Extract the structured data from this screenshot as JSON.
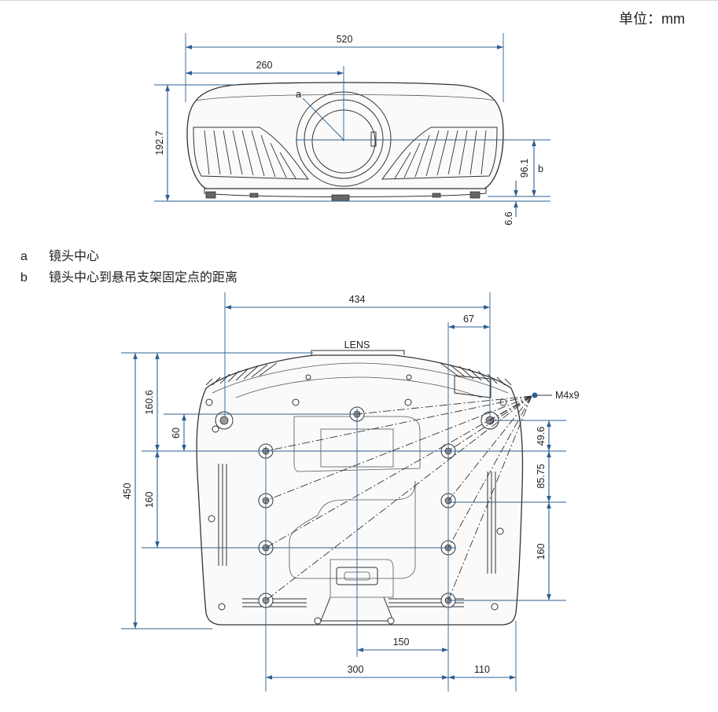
{
  "unit_label": "单位：mm",
  "legend": [
    {
      "key": "a",
      "text": "镜头中心"
    },
    {
      "key": "b",
      "text": "镜头中心到悬吊支架固定点的距离"
    }
  ],
  "front_view": {
    "width_label": "520",
    "half_width_label": "260",
    "height_label": "192.7",
    "lens_center_height_label": "96.1",
    "foot_height_label": "6.6",
    "callout_a": "a",
    "callout_b": "b"
  },
  "bottom_view": {
    "lens_label": "LENS",
    "screw_label": "M4x9",
    "top_span_label": "434",
    "top_right_offset_label": "67",
    "depth_label": "450",
    "lens_hole_offset_label": "160.6",
    "left_small_offset_label": "60",
    "left_mid_offset_label": "160",
    "right_top_offset_label": "49.6",
    "right_mid_offset_label": "85.75",
    "right_low_offset_label": "160",
    "inner_span_label": "150",
    "bottom_span_label": "300",
    "right_edge_offset_label": "110"
  },
  "colors": {
    "dimension_line": "#2e5f8f",
    "outline": "#333333"
  }
}
